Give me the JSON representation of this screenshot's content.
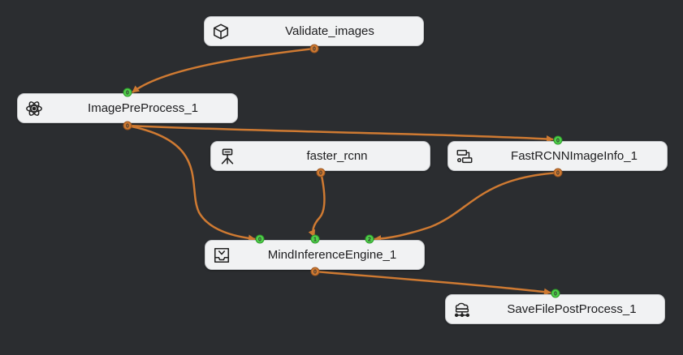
{
  "colors": {
    "background": "#2b2d30",
    "node_bg": "#f1f2f3",
    "edge": "#cf7a32",
    "input_port": "#4fd14a",
    "output_port": "#cf7a32"
  },
  "nodes": {
    "validate": {
      "label": "Validate_images",
      "icon": "cube-icon"
    },
    "preprocess": {
      "label": "ImagePreProcess_1",
      "icon": "atom-icon"
    },
    "fasterrcnn": {
      "label": "faster_rcnn",
      "icon": "model-tripod-icon"
    },
    "fastinfo": {
      "label": "FastRCNNImageInfo_1",
      "icon": "flow-icon"
    },
    "inference": {
      "label": "MindInferenceEngine_1",
      "icon": "inbox-icon"
    },
    "savefile": {
      "label": "SaveFilePostProcess_1",
      "icon": "network-storage-icon"
    }
  },
  "ports": {
    "validate_out": "0",
    "preprocess_in": "0",
    "preprocess_out": "0",
    "fasterrcnn_out": "0",
    "fastinfo_in": "0",
    "fastinfo_out": "0",
    "inference_in0": "0",
    "inference_in1": "1",
    "inference_in2": "2",
    "inference_out": "0",
    "savefile_in": "0"
  },
  "edges": [
    {
      "from": "validate_out",
      "to": "preprocess_in"
    },
    {
      "from": "preprocess_out",
      "to": "fastinfo_in"
    },
    {
      "from": "preprocess_out",
      "to": "inference_in0"
    },
    {
      "from": "fasterrcnn_out",
      "to": "inference_in1"
    },
    {
      "from": "fastinfo_out",
      "to": "inference_in2"
    },
    {
      "from": "inference_out",
      "to": "savefile_in"
    }
  ]
}
